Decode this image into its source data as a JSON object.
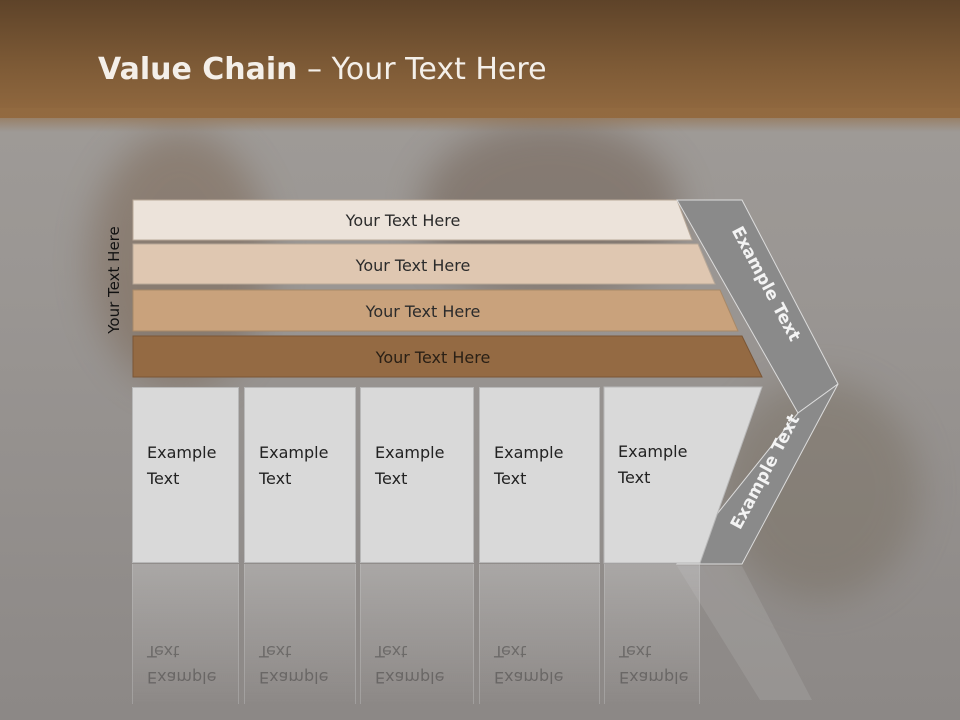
{
  "slide": {
    "title_bold": "Value Chain",
    "title_rest": " – Your Text Here",
    "vertical_label": "Your Text Here",
    "rows": [
      {
        "label": "Your Text Here",
        "color": "#ece3da"
      },
      {
        "label": "Your Text Here",
        "color": "#dfc7b1"
      },
      {
        "label": "Your Text Here",
        "color": "#c9a27c"
      },
      {
        "label": "Your Text Here",
        "color": "#946a43"
      }
    ],
    "cells": [
      {
        "line1": "Example",
        "line2": "Text"
      },
      {
        "line1": "Example",
        "line2": "Text"
      },
      {
        "line1": "Example",
        "line2": "Text"
      },
      {
        "line1": "Example",
        "line2": "Text"
      },
      {
        "line1": "Example",
        "line2": "Text"
      }
    ],
    "chevron_upper_label": "Example Text",
    "chevron_lower_label": "Example Text",
    "colors": {
      "header": "#7d5a36",
      "chevron": "#8a8a8a",
      "cell": "#d9d9d9"
    }
  }
}
